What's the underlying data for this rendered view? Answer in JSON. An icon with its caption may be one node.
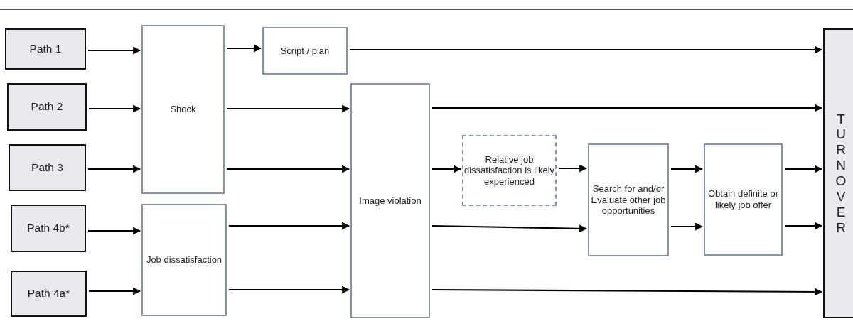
{
  "diagram": {
    "nodes": [
      {
        "text": [
          "Path 1"
        ]
      },
      {
        "text": [
          "Path 2"
        ]
      },
      {
        "text": [
          "Path 3"
        ]
      },
      {
        "text": [
          "Path 4b*"
        ]
      },
      {
        "text": [
          "Path 4a*"
        ]
      },
      {
        "text": [
          "Shock"
        ]
      },
      {
        "text": [
          "Job dissatisfaction"
        ]
      },
      {
        "text": [
          "Script / plan"
        ]
      },
      {
        "text": [
          "Image violation"
        ]
      },
      {
        "text": [
          "Relative job dissatisfaction is likely experienced"
        ]
      },
      {
        "text": [
          "Search for and/or Evaluate other job opportunities"
        ]
      },
      {
        "text": [
          "Obtain definite or likely job offer"
        ]
      },
      {
        "text": [
          "TURNOVER"
        ]
      }
    ],
    "edges": [
      {
        "from": 0,
        "to": 5,
        "arrow": "to"
      },
      {
        "from": 1,
        "to": 5,
        "arrow": "to"
      },
      {
        "from": 2,
        "to": 5,
        "arrow": "to"
      },
      {
        "from": 3,
        "to": 6,
        "arrow": "to"
      },
      {
        "from": 4,
        "to": 6,
        "arrow": "to"
      },
      {
        "from": 5,
        "to": 7,
        "arrow": "to"
      },
      {
        "from": 7,
        "to": 12,
        "arrow": "to"
      },
      {
        "from": 5,
        "to": 8,
        "arrow": "to"
      },
      {
        "from": 5,
        "to": 8,
        "arrow": "to"
      },
      {
        "from": 6,
        "to": 8,
        "arrow": "to"
      },
      {
        "from": 6,
        "to": 8,
        "arrow": "to"
      },
      {
        "from": 8,
        "to": 12,
        "arrow": "to"
      },
      {
        "from": 8,
        "to": 9,
        "arrow": "to"
      },
      {
        "from": 9,
        "to": 10,
        "arrow": "to"
      },
      {
        "from": 8,
        "to": 10,
        "arrow": "to"
      },
      {
        "from": 10,
        "to": 11,
        "arrow": "to"
      },
      {
        "from": 10,
        "to": 11,
        "arrow": "to"
      },
      {
        "from": 11,
        "to": 12,
        "arrow": "to"
      },
      {
        "from": 11,
        "to": 12,
        "arrow": "to"
      },
      {
        "from": 8,
        "to": 12,
        "arrow": "to"
      }
    ]
  }
}
